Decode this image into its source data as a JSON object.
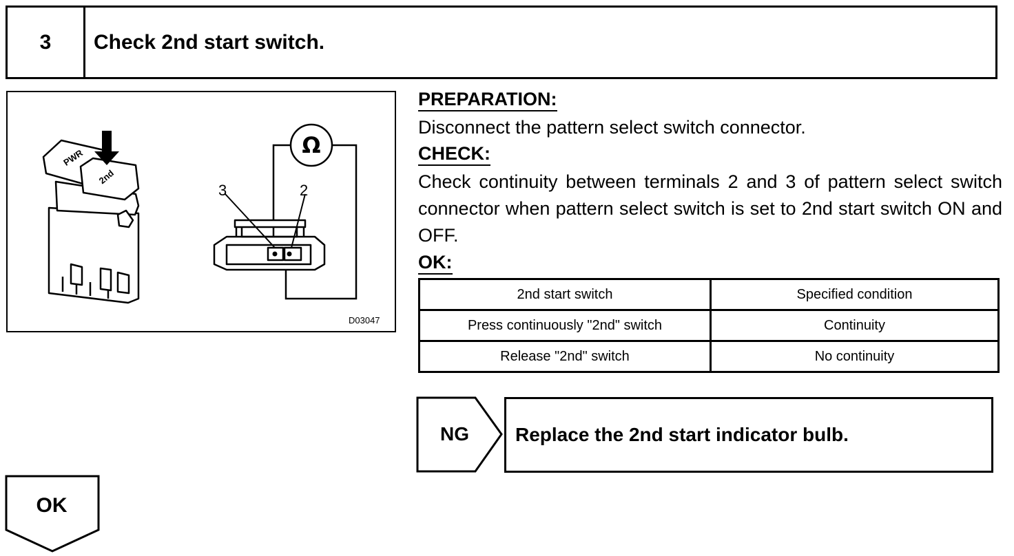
{
  "step": {
    "number": "3",
    "title": "Check 2nd start switch."
  },
  "figure": {
    "code": "D03047",
    "button_labels": [
      "PWR",
      "2nd"
    ],
    "meter_symbol": "Ω",
    "terminal_labels": [
      "3",
      "2"
    ]
  },
  "preparation": {
    "heading": "PREPARATION:",
    "text": "Disconnect the pattern select switch connector."
  },
  "check": {
    "heading": "CHECK:",
    "text": "Check continuity  between terminals 2 and 3 of pattern select switch connector when pattern select switch is set to 2nd start switch ON and OFF."
  },
  "ok_section": {
    "heading": "OK:"
  },
  "table": {
    "headers": [
      "2nd start switch",
      "Specified condition"
    ],
    "rows": [
      [
        "Press continuously \"2nd\" switch",
        "Continuity"
      ],
      [
        "Release \"2nd\" switch",
        "No continuity"
      ]
    ]
  },
  "ng": {
    "label": "NG",
    "result": "Replace the 2nd start indicator bulb."
  },
  "ok_flow": {
    "label": "OK"
  }
}
